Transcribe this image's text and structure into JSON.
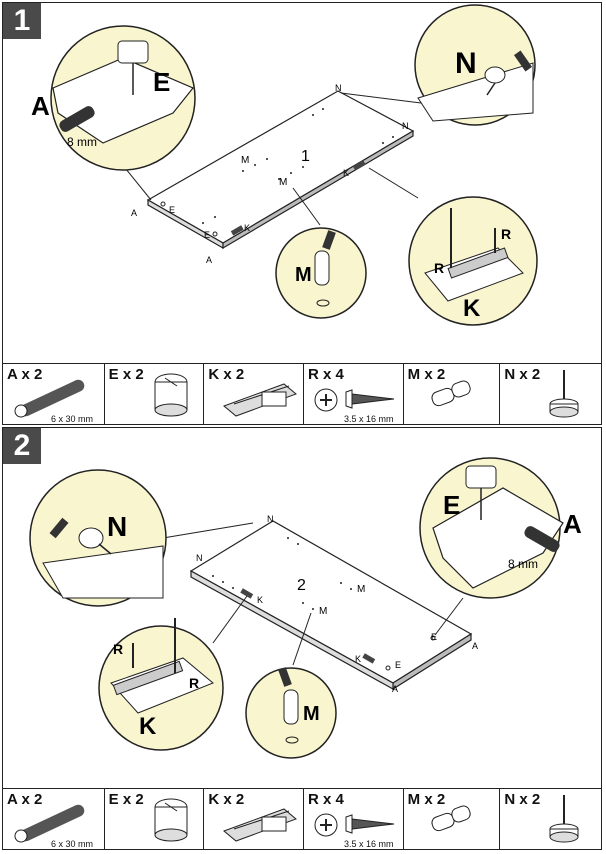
{
  "steps": [
    {
      "number": "1",
      "board_number": "1",
      "labels": {
        "A": "A",
        "E": "E",
        "N": "N",
        "M": "M",
        "K": "K",
        "R": "R",
        "measure": "8 mm"
      }
    },
    {
      "number": "2",
      "board_number": "2",
      "labels": {
        "A": "A",
        "E": "E",
        "N": "N",
        "M": "M",
        "K": "K",
        "R": "R",
        "measure": "8 mm"
      }
    }
  ],
  "parts": [
    {
      "label": "A x 2",
      "size": "6 x 30 mm",
      "icon": "dowel-icon"
    },
    {
      "label": "E x 2",
      "size": "",
      "icon": "cam-lock-icon"
    },
    {
      "label": "K x 2",
      "size": "",
      "icon": "drawer-slide-icon"
    },
    {
      "label": "R x 4",
      "size": "3.5 x 16 mm",
      "icon": "screw-icon"
    },
    {
      "label": "M x 2",
      "size": "",
      "icon": "shelf-pin-icon"
    },
    {
      "label": "N x 2",
      "size": "",
      "icon": "nail-glide-icon"
    }
  ],
  "colors": {
    "callout": "#f8f5cf",
    "badge": "#4a4a4a",
    "line": "#222222"
  }
}
